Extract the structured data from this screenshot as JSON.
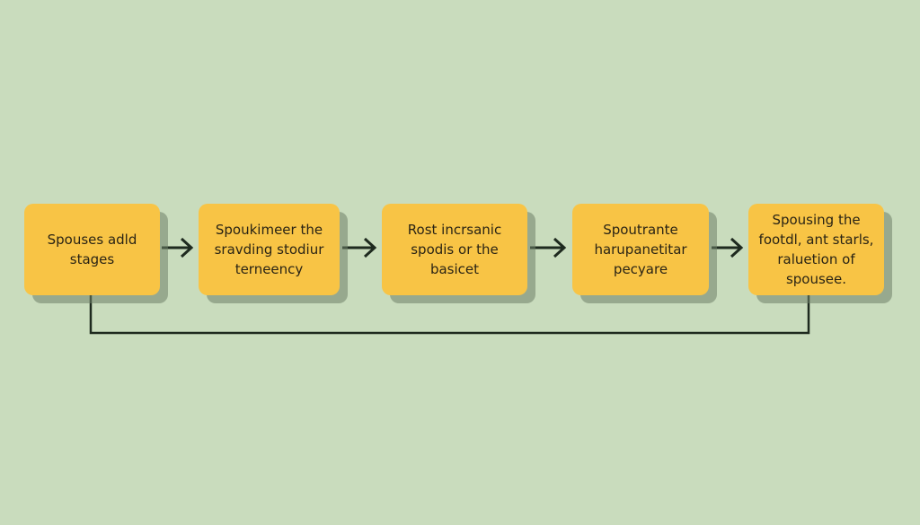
{
  "diagram": {
    "type": "flowchart",
    "colors": {
      "background": "#c9dcbd",
      "node_fill": "#f8c445",
      "line": "#1e2a1f"
    },
    "nodes": [
      {
        "id": "n1",
        "label": "Spouses adld\nstages"
      },
      {
        "id": "n2",
        "label": "Spoukimeer the\nsravding stodiur\nterneency"
      },
      {
        "id": "n3",
        "label": "Rost incrsanic\nspodis or the\nbasicet"
      },
      {
        "id": "n4",
        "label": "Spoutrante\nharupanetitar\npecyare"
      },
      {
        "id": "n5",
        "label": "Spousing the\nfootdl, ant starls,\nraluetion of\nspousee."
      }
    ],
    "edges": [
      {
        "from": "n1",
        "to": "n2",
        "arrow": true
      },
      {
        "from": "n2",
        "to": "n3",
        "arrow": true
      },
      {
        "from": "n3",
        "to": "n4",
        "arrow": true
      },
      {
        "from": "n4",
        "to": "n5",
        "arrow": true
      },
      {
        "from": "n1",
        "to": "n5",
        "arrow": false,
        "route": "below"
      }
    ]
  }
}
